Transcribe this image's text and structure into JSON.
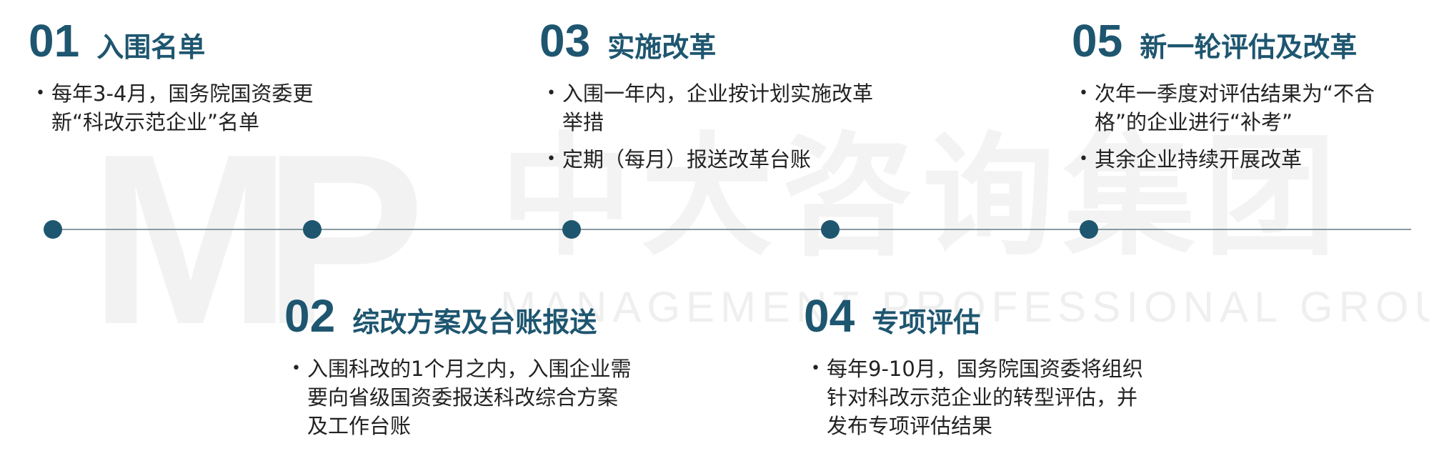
{
  "watermark": {
    "logo": "MP",
    "cn": "中大咨询集团",
    "en": "MANAGEMENT PROFESSIONAL GROUP"
  },
  "colors": {
    "accent": "#1e5670",
    "line": "#8c9aa0",
    "text": "#222222"
  },
  "steps": [
    {
      "number": "01",
      "title": "入围名单",
      "bullets": [
        "每年3-4月，国务院国资委更新“科改示范企业”名单"
      ]
    },
    {
      "number": "02",
      "title": "综改方案及台账报送",
      "bullets": [
        "入围科改的1个月之内，入围企业需要向省级国资委报送科改综合方案及工作台账"
      ]
    },
    {
      "number": "03",
      "title": "实施改革",
      "bullets": [
        "入围一年内，企业按计划实施改革举措",
        "定期（每月）报送改革台账"
      ]
    },
    {
      "number": "04",
      "title": "专项评估",
      "bullets": [
        "每年9-10月，国务院国资委将组织针对科改示范企业的转型评估，并发布专项评估结果"
      ]
    },
    {
      "number": "05",
      "title": "新一轮评估及改革",
      "bullets": [
        "次年一季度对评估结果为“不合格”的企业进行“补考”",
        "其余企业持续开展改革"
      ]
    }
  ]
}
